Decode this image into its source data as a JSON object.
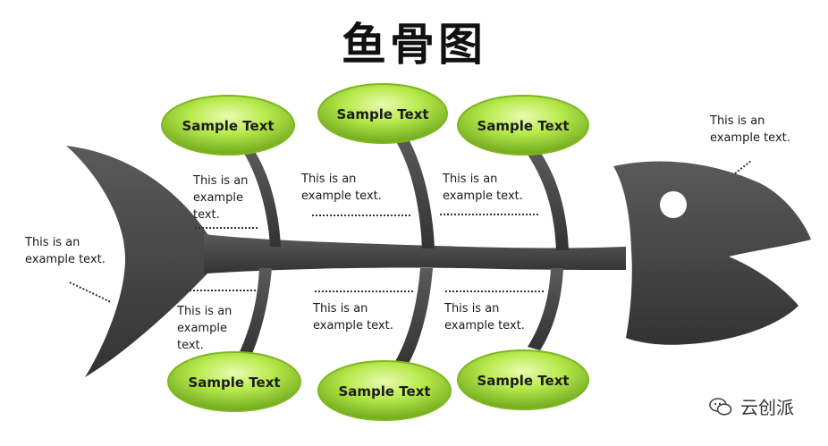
{
  "title": "鱼骨图",
  "bubbles": {
    "top": [
      "Sample Text",
      "Sample Text",
      "Sample Text"
    ],
    "bottom": [
      "Sample Text",
      "Sample Text",
      "Sample Text"
    ]
  },
  "notes": {
    "tail": "This is an\nexample text.",
    "head": "This is an\nexample text.",
    "top": [
      "This is an\nexample\ntext.",
      "This is an\nexample text.",
      "This is an\nexample text."
    ],
    "bottom": [
      "This is an\nexample\ntext.",
      "This is an\nexample text.",
      "This is an\nexample text."
    ]
  },
  "watermark": "云创派",
  "colors": {
    "fish": "#474747",
    "bubble_fill": "#a6df36",
    "bubble_edge": "#7eb81f",
    "eye": "#ffffff"
  }
}
